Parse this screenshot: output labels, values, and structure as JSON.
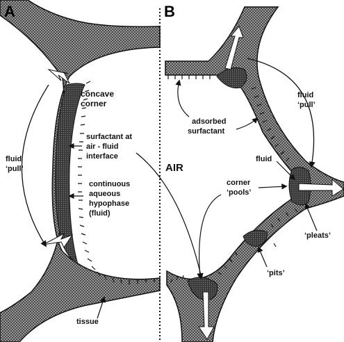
{
  "panels": {
    "a": "A",
    "b": "B"
  },
  "center_label": "AIR",
  "panel_a": {
    "concave_corner": [
      "concave",
      "corner"
    ],
    "surfactant_interface": [
      "surfactant at",
      "air - fluid",
      "interface"
    ],
    "hypophase": [
      "continuous",
      "aqueous",
      "hypophase",
      "(fluid)"
    ],
    "fluid_pull": [
      "fluid",
      "‘pull’"
    ],
    "tissue": "tissue"
  },
  "panel_b": {
    "fluid_pull": [
      "fluid",
      "‘pull’"
    ],
    "adsorbed_surfactant": [
      "adsorbed",
      "surfactant"
    ],
    "fluid": "fluid",
    "corner_pools": [
      "corner",
      "‘pools’"
    ],
    "pleats": "‘pleats’",
    "pits": "‘pits’"
  },
  "colors": {
    "ink": "#111111",
    "tissue_fill": "#9a9a9a",
    "fluid_fill": "#3c3c3c",
    "arrow_fill": "#ffffff"
  }
}
